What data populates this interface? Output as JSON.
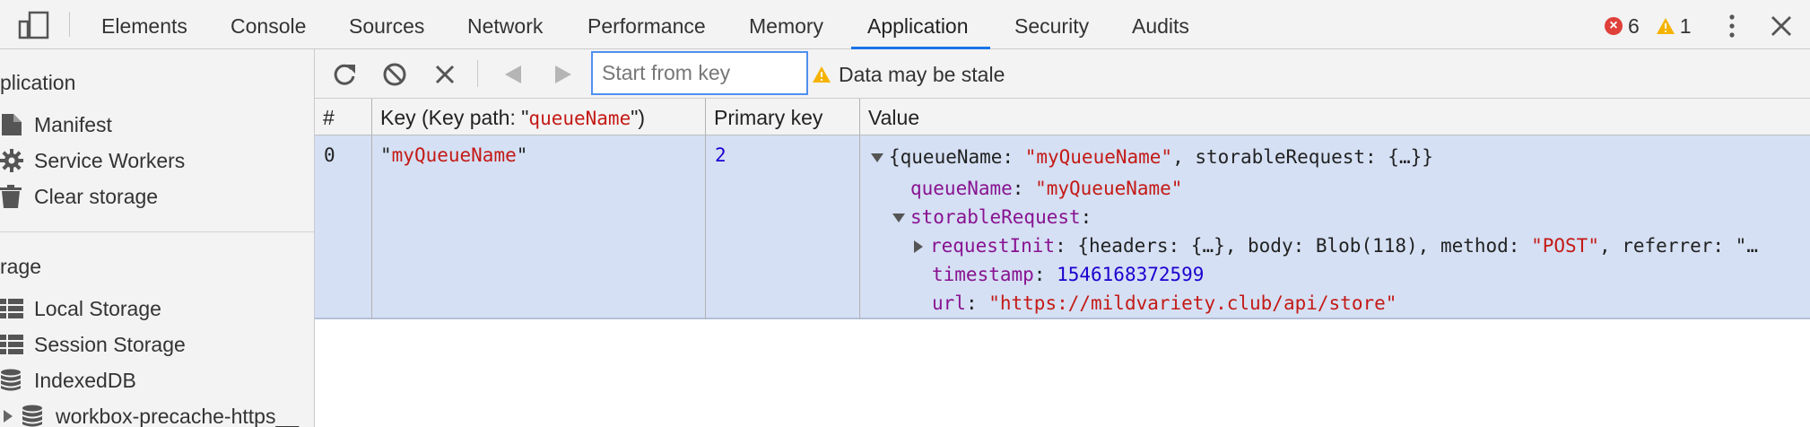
{
  "tabs": [
    {
      "label": "Elements"
    },
    {
      "label": "Console"
    },
    {
      "label": "Sources"
    },
    {
      "label": "Network"
    },
    {
      "label": "Performance"
    },
    {
      "label": "Memory"
    },
    {
      "label": "Application",
      "active": true
    },
    {
      "label": "Security"
    },
    {
      "label": "Audits"
    }
  ],
  "counters": {
    "errors": "6",
    "warnings": "1"
  },
  "colors": {
    "accent": "#1a73e8",
    "error": "#e0403a",
    "warning": "#f5b300",
    "selected_row": "#d5e0f4",
    "string": "#c41a16",
    "number": "#1c00cf",
    "property": "#881391"
  },
  "sidebar": {
    "application_section": "plication",
    "app_items": [
      {
        "label": "Manifest",
        "icon": "document-icon"
      },
      {
        "label": "Service Workers",
        "icon": "gear-icon"
      },
      {
        "label": "Clear storage",
        "icon": "trash-icon"
      }
    ],
    "storage_section": "rage",
    "storage_items": [
      {
        "label": "Local Storage",
        "icon": "grid-icon"
      },
      {
        "label": "Session Storage",
        "icon": "grid-icon"
      },
      {
        "label": "IndexedDB",
        "icon": "database-icon"
      },
      {
        "label": "workbox-precache-https__",
        "icon": "database-icon"
      }
    ]
  },
  "toolbar": {
    "start_key_placeholder": "Start from key",
    "stale_text": "Data may be stale"
  },
  "table": {
    "headers": {
      "index": "#",
      "key_prefix": "Key (Key path: \"",
      "key_path": "queueName",
      "key_suffix": "\")",
      "primary_key": "Primary key",
      "value": "Value"
    },
    "row": {
      "index": "0",
      "key": "myQueueName",
      "primary_key": "2",
      "value_summary_prefix": "{queueName: ",
      "value_summary_queue": "\"myQueueName\"",
      "value_summary_suffix": ", storableRequest: {…}}",
      "queue_name_key": "queueName",
      "queue_name_value": "\"myQueueName\"",
      "storable_request_key": "storableRequest",
      "request_init_key": "requestInit",
      "request_init_prefix": "{headers: {…}, body: Blob(118), method: ",
      "request_init_method": "\"POST\"",
      "request_init_suffix": ", referrer: \"…",
      "timestamp_key": "timestamp",
      "timestamp_value": "1546168372599",
      "url_key": "url",
      "url_value": "\"https://mildvariety.club/api/store\""
    }
  }
}
